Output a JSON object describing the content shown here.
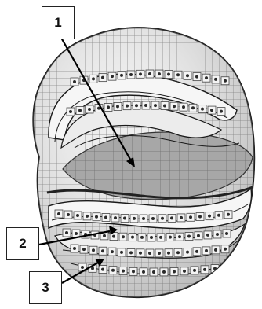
{
  "figure": {
    "subject": "blastula-cross-section",
    "colors": {
      "outline": "#1a1a1a",
      "cell_fill": "#f3f3f3",
      "cell_shade": "#c8c8c8",
      "cavity_fill": "#9a9a9a",
      "nucleus": "#2a2a2a"
    }
  },
  "labels": [
    {
      "id": "1",
      "text": "1"
    },
    {
      "id": "2",
      "text": "2"
    },
    {
      "id": "3",
      "text": "3"
    }
  ]
}
